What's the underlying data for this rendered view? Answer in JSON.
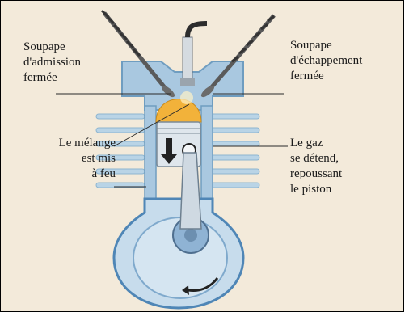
{
  "labels": {
    "intake_valve": "Soupape\nd'admission\nfermée",
    "exhaust_valve": "Soupape\nd'échappement\nfermée",
    "ignition": "Le mélange\nest mis\nà feu",
    "expansion": "Le gaz\nse détend,\nrepoussant\nle piston"
  },
  "colors": {
    "background": "#f3eada",
    "block": "#b9d4e6",
    "block_dark": "#6f9dc0",
    "combustion": "#f2b23a",
    "crank": "#8fb3d4"
  }
}
